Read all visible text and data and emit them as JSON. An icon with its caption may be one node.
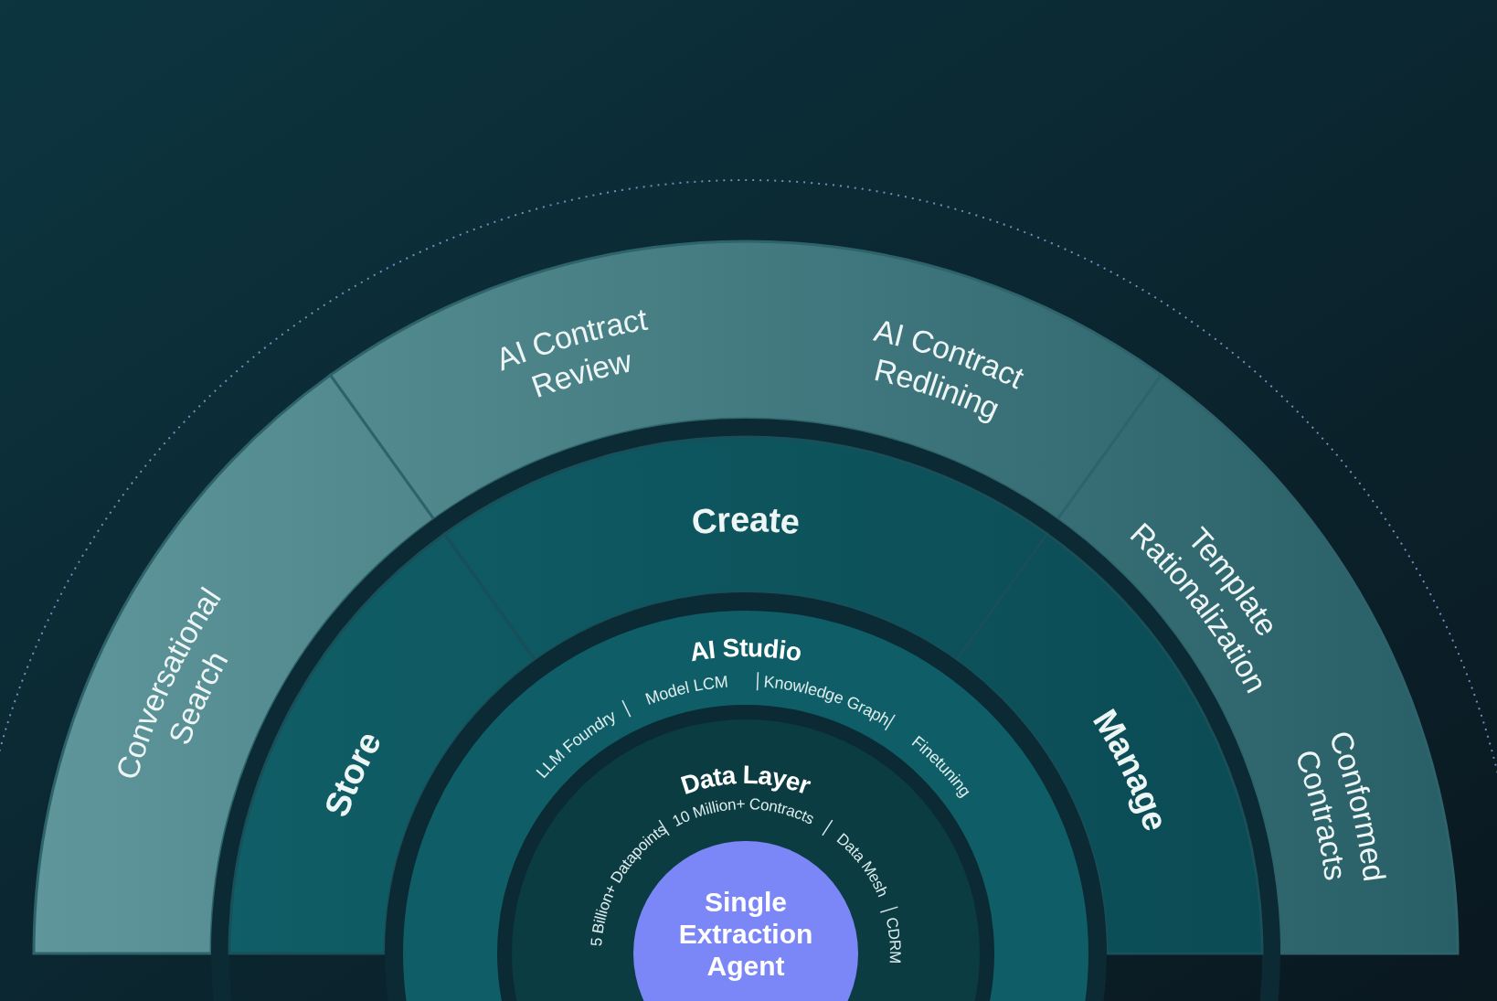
{
  "diagram": {
    "nodes": [
      {
        "text": [
          "AI Contract Review",
          "AI Contract Redlining"
        ]
      },
      {
        "text": [
          "Conversational Search"
        ]
      },
      {
        "text": [
          "Template Rationalization",
          "Conformed Contracts"
        ]
      },
      {
        "text": [
          "Create"
        ]
      },
      {
        "text": [
          "Store"
        ]
      },
      {
        "text": [
          "Manage"
        ]
      },
      {
        "text": [
          "AI Studio",
          "LLM Foundry",
          "Model LCM",
          "Knowledge Graph",
          "Finetuning"
        ]
      },
      {
        "text": [
          "Data Layer",
          "5 Billion+ Datapoints",
          "10 Million+ Contracts",
          "Data Mesh",
          "CDRM"
        ],
        "in": 6
      },
      {
        "text": [
          "Single Extraction Agent"
        ],
        "in": 7
      }
    ]
  }
}
